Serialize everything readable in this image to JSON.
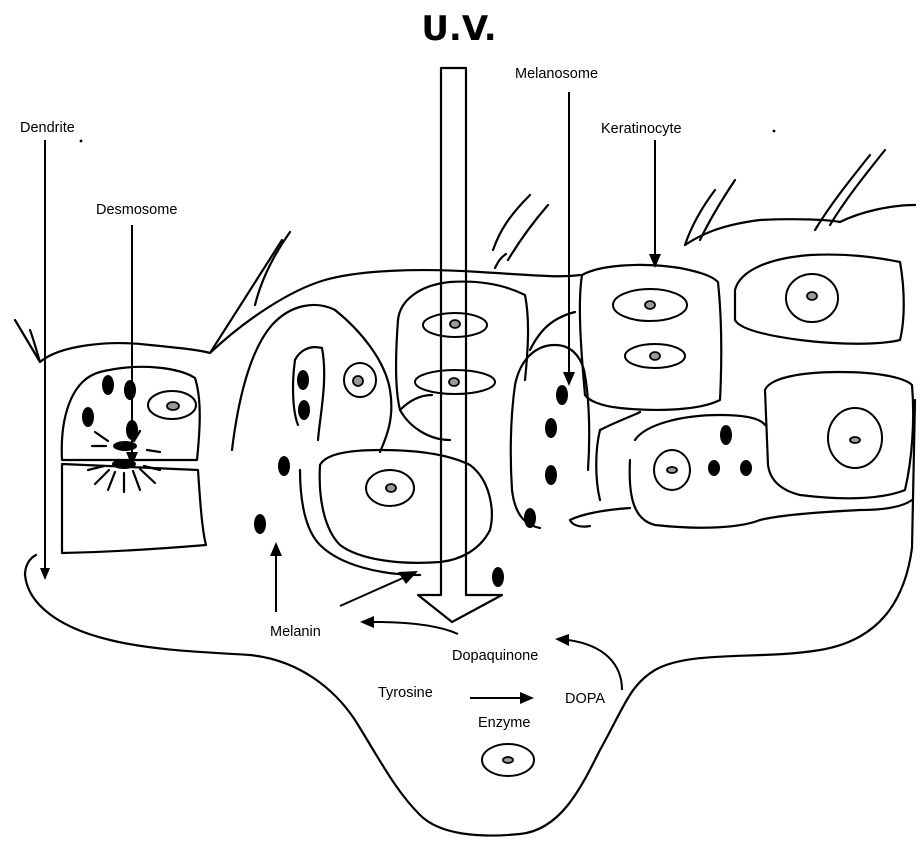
{
  "diagram": {
    "title": "U.V.",
    "labels": {
      "dendrite": "Dendrite",
      "desmosome": "Desmosome",
      "melanosome": "Melanosome",
      "keratinocyte": "Keratinocyte",
      "melanin": "Melanin",
      "dopaquinone": "Dopaquinone",
      "tyrosine": "Tyrosine",
      "dopa": "DOPA",
      "enzyme": "Enzyme"
    }
  }
}
